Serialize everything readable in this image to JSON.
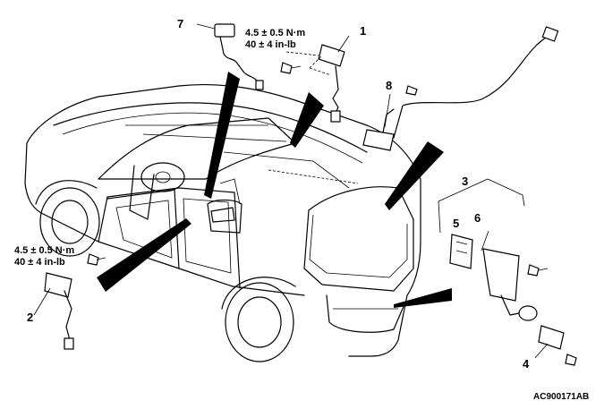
{
  "labels": {
    "n1": "1",
    "n2": "2",
    "n3": "3",
    "n4": "4",
    "n5": "5",
    "n6": "6",
    "n7": "7",
    "n8": "8"
  },
  "torque_top": {
    "nm": "4.5 ± 0.5 N·m",
    "inlb": "40 ± 4 in-lb"
  },
  "torque_left": {
    "nm": "4.5 ± 0.5 N·m",
    "inlb": "40 ± 4 in-lb"
  },
  "figure_code": "AC900171AB"
}
